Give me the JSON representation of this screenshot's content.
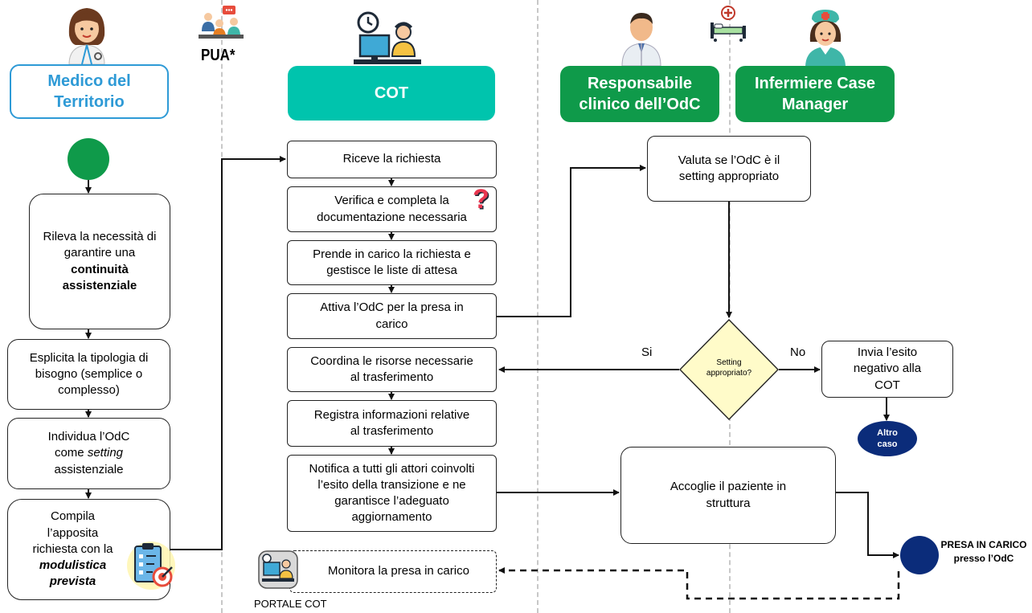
{
  "lanes": {
    "medico": "Medico del Territorio",
    "pua": "PUA*",
    "cot": "COT",
    "responsabile": "Responsabile clinico dell’OdC",
    "infermiere": "Infermiere Case Manager"
  },
  "medico_steps": {
    "rileva": {
      "pre": "Rileva la necessità di garantire una",
      "bold": "continuità assistenziale"
    },
    "esplicita": "Esplicita la tipologia di bisogno (semplice o complesso)",
    "individua": {
      "pre": "Individua l’OdC come",
      "italic": "setting",
      "post": "assistenziale"
    },
    "compila": {
      "pre": "Compila l’apposita richiesta con la",
      "bolditalic": "modulistica prevista"
    }
  },
  "cot_steps": {
    "riceve": "Riceve la richiesta",
    "verifica": "Verifica e completa la documentazione necessaria",
    "prende": "Prende in carico la richiesta e gestisce le liste di attesa",
    "attiva": "Attiva l’OdC per la presa in carico",
    "coordina": "Coordina le risorse necessarie al trasferimento",
    "registra": "Registra informazioni relative al trasferimento",
    "notifica": "Notifica a tutti gli attori coinvolti l’esito della transizione e ne garantisce l’adeguato aggiornamento",
    "monitora": "Monitora la presa in carico",
    "portale": "PORTALE COT"
  },
  "odc_steps": {
    "valuta": "Valuta se l’OdC è il setting appropriato",
    "decision": "Setting appropriato?",
    "si": "Si",
    "no": "No",
    "invia": "Invia l’esito negativo alla COT",
    "altro": "Altro caso",
    "accoglie": "Accoglie il paziente in struttura",
    "presa": "PRESA IN CARICO",
    "presso": "presso l’OdC"
  },
  "colors": {
    "medico_border": "#2e9ad6",
    "medico_text": "#2e9ad6",
    "cot_fill": "#00c4ad",
    "odc_fill": "#0f9a4a",
    "start_circle": "#0f9a4a",
    "end_circle": "#0b2c7a",
    "diamond_fill": "#fffbc9"
  },
  "icons": [
    "doctor-woman-icon",
    "pua-team-icon",
    "cot-operator-icon",
    "doctor-man-icon",
    "hospital-bed-icon",
    "nurse-icon",
    "question-mark-icon",
    "clipboard-target-icon",
    "portal-monitor-icon"
  ]
}
